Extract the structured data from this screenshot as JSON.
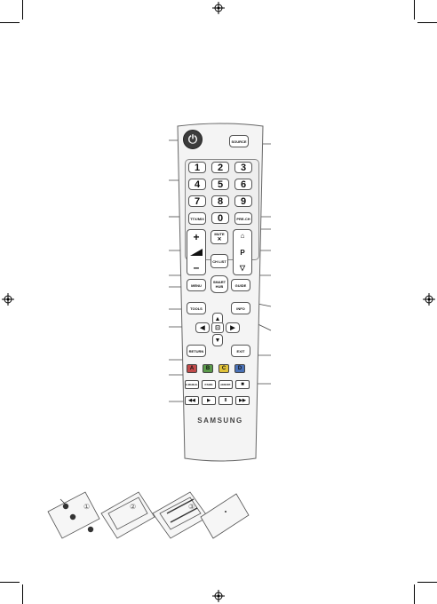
{
  "remote": {
    "power_label": "⏻",
    "source_label": "SOURCE",
    "numbers": [
      "1",
      "2",
      "3",
      "4",
      "5",
      "6",
      "7",
      "8",
      "9"
    ],
    "zero": "0",
    "ttx_label": "TTX/MIX",
    "prech_label": "PRE-CH",
    "vol_plus": "+",
    "vol_minus": "–",
    "mute_label": "MUTE",
    "p_label": "P",
    "chlist_label": "CH LIST",
    "menu_label": "MENU",
    "smarthub_label": "SMART HUB",
    "guide_label": "GUIDE",
    "tools_label": "TOOLS",
    "info_label": "INFO",
    "return_label": "RETURN",
    "exit_label": "EXIT",
    "color_buttons": [
      "A",
      "B",
      "C",
      "D"
    ],
    "media_row1": [
      "E-MANUAL",
      "P.SIZE",
      "AD/SUBT.",
      "■"
    ],
    "media_row2": [
      "◀◀",
      "▶",
      "II",
      "▶▶"
    ],
    "brand": "SAMSUNG"
  },
  "colors": {
    "remote_body": "#f4f4f4",
    "remote_outline": "#666666",
    "button_a": "#c24a4a",
    "button_b": "#5a9a4a",
    "button_c": "#e0c23a",
    "button_d": "#4a72b8"
  },
  "battery_steps": [
    "①",
    "②",
    "③"
  ]
}
